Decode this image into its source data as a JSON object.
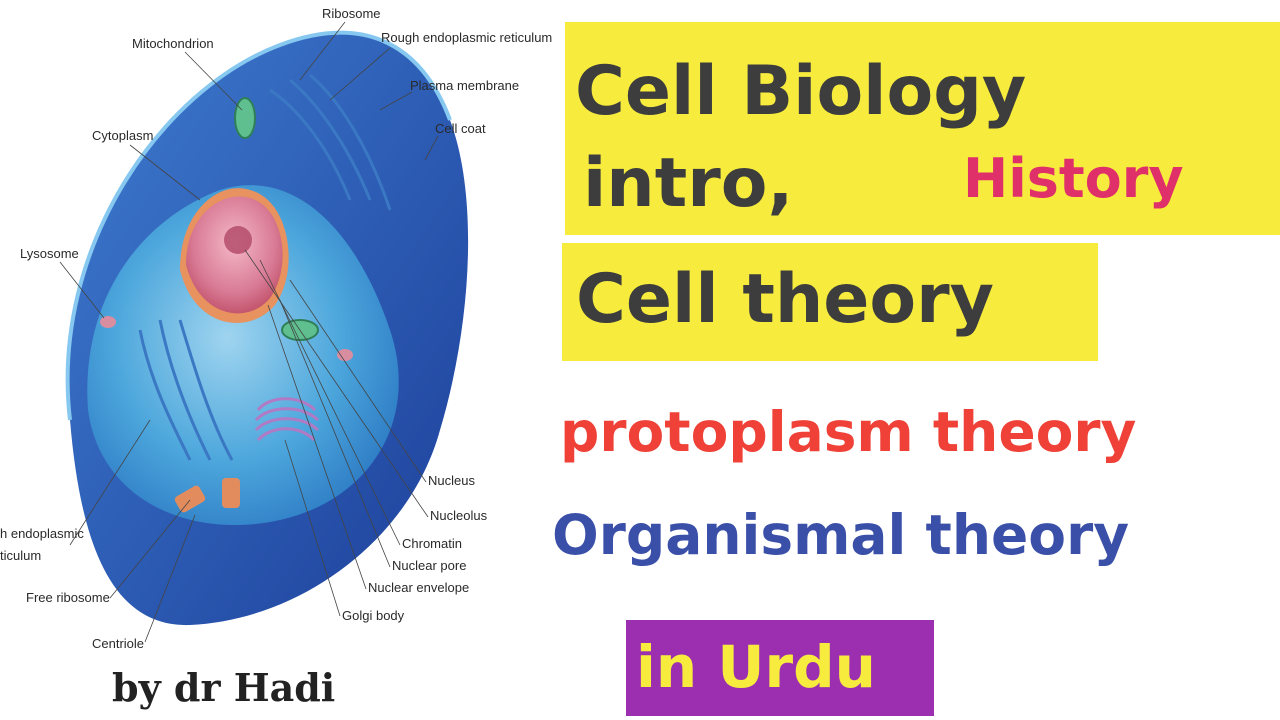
{
  "diagram": {
    "labels": {
      "ribosome": "Ribosome",
      "mitochondrion": "Mitochondrion",
      "rough_er": "Rough endoplasmic reticulum",
      "plasma_membrane": "Plasma membrane",
      "cell_coat": "Cell coat",
      "cytoplasm": "Cytoplasm",
      "lysosome": "Lysosome",
      "nucleus": "Nucleus",
      "nucleolus": "Nucleolus",
      "chromatin": "Chromatin",
      "nuclear_pore": "Nuclear pore",
      "nuclear_envelope": "Nuclear envelope",
      "golgi_body": "Golgi body",
      "smooth_er_line1": "h endoplasmic",
      "smooth_er_line2": "ticulum",
      "free_ribosome": "Free ribosome",
      "centriole": "Centriole"
    }
  },
  "title": {
    "line1": "Cell Biology",
    "line2": "intro,",
    "history": "History",
    "line3": "Cell theory",
    "protoplasm": "protoplasm theory",
    "organismal": "Organismal theory",
    "urdu": "in Urdu",
    "author": "by dr Hadi"
  },
  "colors": {
    "yellow_highlight": "#f7ec3e",
    "history_pink": "#e0306a",
    "protoplasm_red": "#ef4137",
    "organismal_blue": "#3a4fa8",
    "urdu_purple": "#9b2fb0",
    "cell_blue": "#2a5fb8"
  }
}
